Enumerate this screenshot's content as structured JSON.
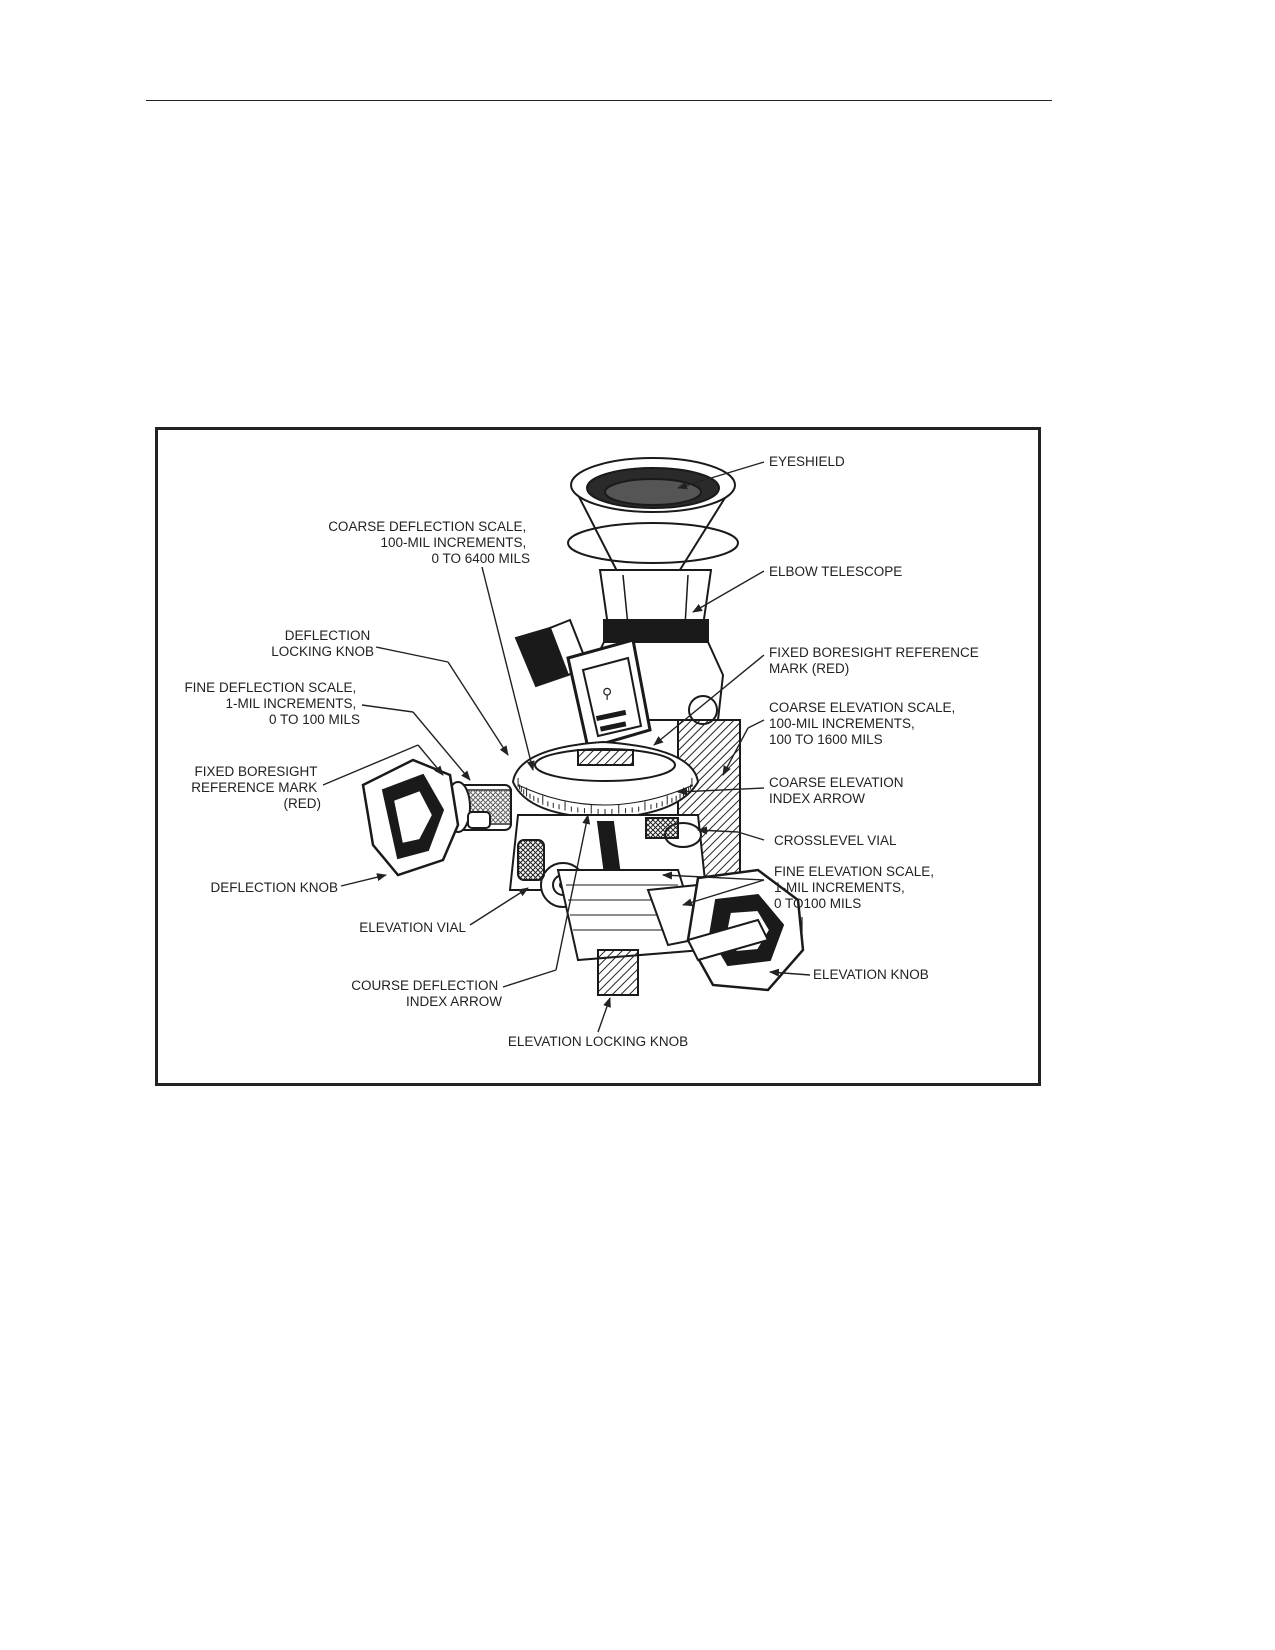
{
  "figure": {
    "labels": {
      "eyeshield": "EYESHIELD",
      "elbow_telescope": "ELBOW TELESCOPE",
      "coarse_deflection_scale": [
        "COARSE DEFLECTION SCALE,",
        "100-MIL INCREMENTS,",
        "0 TO 6400 MILS"
      ],
      "deflection_locking_knob": [
        "DEFLECTION",
        "LOCKING KNOB"
      ],
      "fixed_boresight_right": [
        "FIXED BORESIGHT REFERENCE",
        "MARK (RED)"
      ],
      "fine_deflection_scale": [
        "FINE DEFLECTION SCALE,",
        "1-MIL INCREMENTS,",
        "0 TO 100 MILS"
      ],
      "coarse_elevation_scale": [
        "COARSE ELEVATION SCALE,",
        "100-MIL INCREMENTS,",
        "100 TO 1600 MILS"
      ],
      "fixed_boresight_left": [
        "FIXED BORESIGHT",
        "REFERENCE MARK",
        "(RED)"
      ],
      "coarse_elevation_index_arrow": [
        "COARSE ELEVATION",
        "INDEX ARROW"
      ],
      "crosslevel_vial": "CROSSLEVEL VIAL",
      "deflection_knob": "DEFLECTION KNOB",
      "fine_elevation_scale": [
        "FINE ELEVATION SCALE,",
        "1-MIL INCREMENTS,",
        "0 TO100 MILS"
      ],
      "elevation_vial": "ELEVATION VIAL",
      "elevation_knob": "ELEVATION KNOB",
      "course_deflection_index_arrow": [
        "COURSE DEFLECTION",
        "INDEX ARROW"
      ],
      "elevation_locking_knob": "ELEVATION LOCKING KNOB"
    }
  }
}
